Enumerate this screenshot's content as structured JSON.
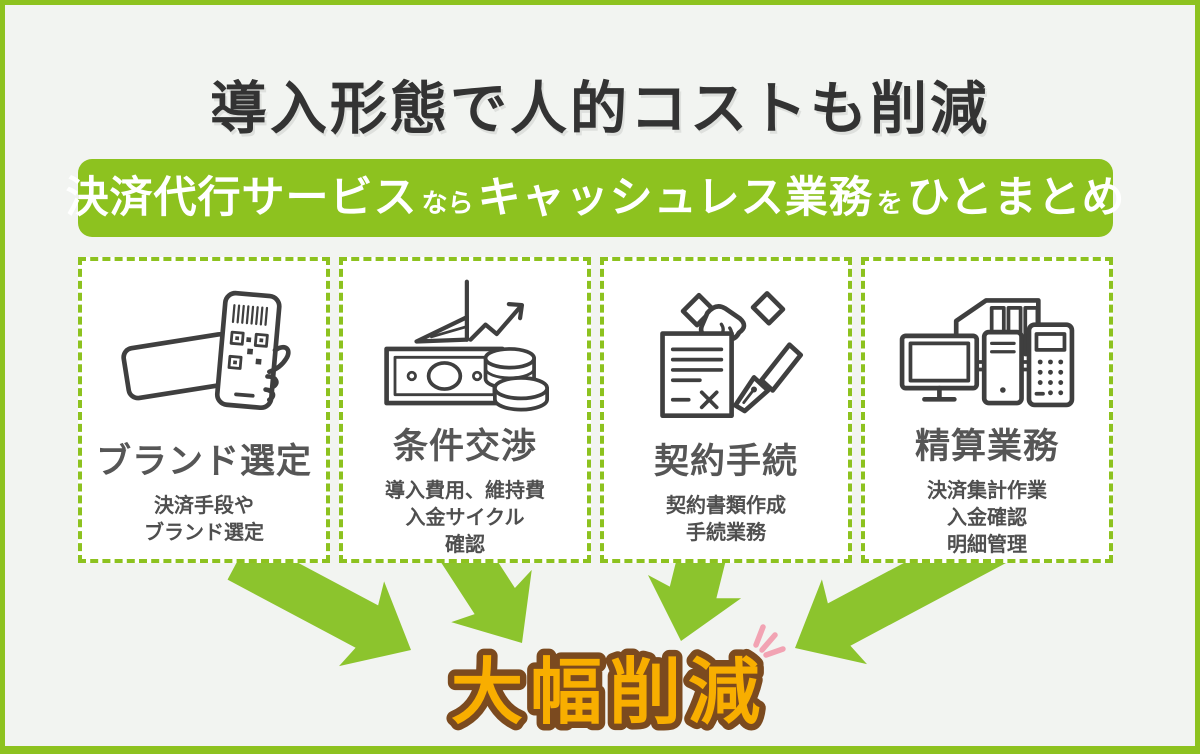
{
  "title": "導入形態で人的コストも削減",
  "banner": {
    "segments": [
      {
        "text": "決済代行サービス",
        "size": "big"
      },
      {
        "text": "なら",
        "size": "small"
      },
      {
        "text": "キャッシュレス業務",
        "size": "big"
      },
      {
        "text": "を",
        "size": "small"
      },
      {
        "text": "ひとまとめ",
        "size": "big"
      }
    ]
  },
  "cards": [
    {
      "icon": "payment-terminal-qr-icon",
      "title": "ブランド選定",
      "lines": [
        "決済手段や",
        "ブランド選定"
      ]
    },
    {
      "icon": "money-graph-coins-icon",
      "title": "条件交渉",
      "lines": [
        "導入費用、維持費",
        "入金サイクル",
        "確認"
      ]
    },
    {
      "icon": "contract-handshake-pen-icon",
      "title": "契約手続",
      "lines": [
        "契約書類作成",
        "手続業務"
      ]
    },
    {
      "icon": "office-devices-icon",
      "title": "精算業務",
      "lines": [
        "決済集計作業",
        "入金確認",
        "明細管理"
      ]
    }
  ],
  "conclusion": {
    "text": "大幅削減"
  },
  "colors": {
    "green": "#8dc21f",
    "arrow_green": "#8cc42d",
    "background": "#f2f4f1",
    "title_text": "#333333",
    "card_heading": "#565656",
    "card_subtext": "#4f4f4f",
    "banner_text": "#ffffff",
    "conclusion_fill": "#f8ae00",
    "conclusion_outline": "#7b4a1f",
    "sparkle_pink": "#f2a3b3"
  }
}
